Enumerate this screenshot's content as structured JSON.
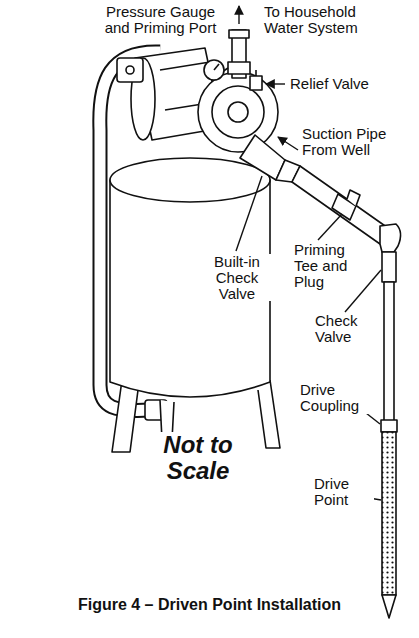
{
  "diagram": {
    "caption": "Figure 4 – Driven Point Installation",
    "labels": [
      "Pressure Gauge and Priming Port",
      "To Household Water System",
      "Relief Valve",
      "Suction Pipe From Well",
      "Built-in Check Valve",
      "Priming Tee and Plug",
      "Check Valve",
      "Drive Coupling",
      "Drive Point",
      "Not to Scale"
    ]
  }
}
